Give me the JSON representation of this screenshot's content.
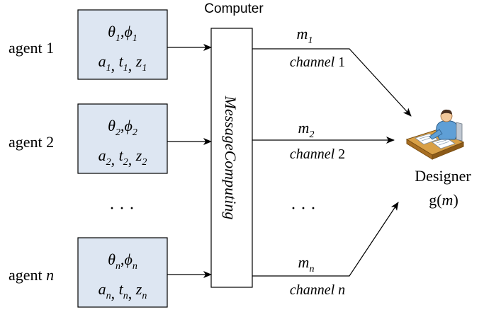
{
  "computer": {
    "title": "Computer",
    "label": "MessageComputing"
  },
  "agents": [
    {
      "label": "agent 1",
      "label_prefix": "agent ",
      "label_suffix": "1",
      "suffix_italic": false,
      "row1": "θ1,ϕ1",
      "row2": "a1,t1,z1",
      "sym": [
        "θ",
        "ϕ"
      ],
      "vars": [
        "a",
        "t",
        "z"
      ],
      "sub": "1"
    },
    {
      "label": "agent 2",
      "label_prefix": "agent ",
      "label_suffix": "2",
      "suffix_italic": false,
      "row1": "θ2,ϕ2",
      "row2": "a2,t2,z2",
      "sym": [
        "θ",
        "ϕ"
      ],
      "vars": [
        "a",
        "t",
        "z"
      ],
      "sub": "2"
    },
    {
      "label": "agent n",
      "label_prefix": "agent ",
      "label_suffix": "n",
      "suffix_italic": true,
      "row1": "θn,ϕn",
      "row2": "an,tn,zn",
      "sym": [
        "θ",
        "ϕ"
      ],
      "vars": [
        "a",
        "t",
        "z"
      ],
      "sub": "n"
    }
  ],
  "agent_ellipsis": "· · ·",
  "channels": [
    {
      "message": "m1",
      "msg_base": "m",
      "msg_sub": "1",
      "label": "channel 1",
      "label_word": "channel",
      "label_num": "1",
      "num_italic": false
    },
    {
      "message": "m2",
      "msg_base": "m",
      "msg_sub": "2",
      "label": "channel 2",
      "label_word": "channel",
      "label_num": "2",
      "num_italic": false
    },
    {
      "message": "mn",
      "msg_base": "m",
      "msg_sub": "n",
      "label": "channel n",
      "label_word": "channel",
      "label_num": "n",
      "num_italic": true
    }
  ],
  "channel_ellipsis": "· · ·",
  "designer": {
    "label": "Designer",
    "function": "g(m)",
    "func_name": "g(",
    "func_arg": "m",
    "func_close": ")",
    "icon": "designer-at-desk-icon"
  },
  "colors": {
    "agent_box_fill": "#dde6f2",
    "stroke": "#000000"
  }
}
